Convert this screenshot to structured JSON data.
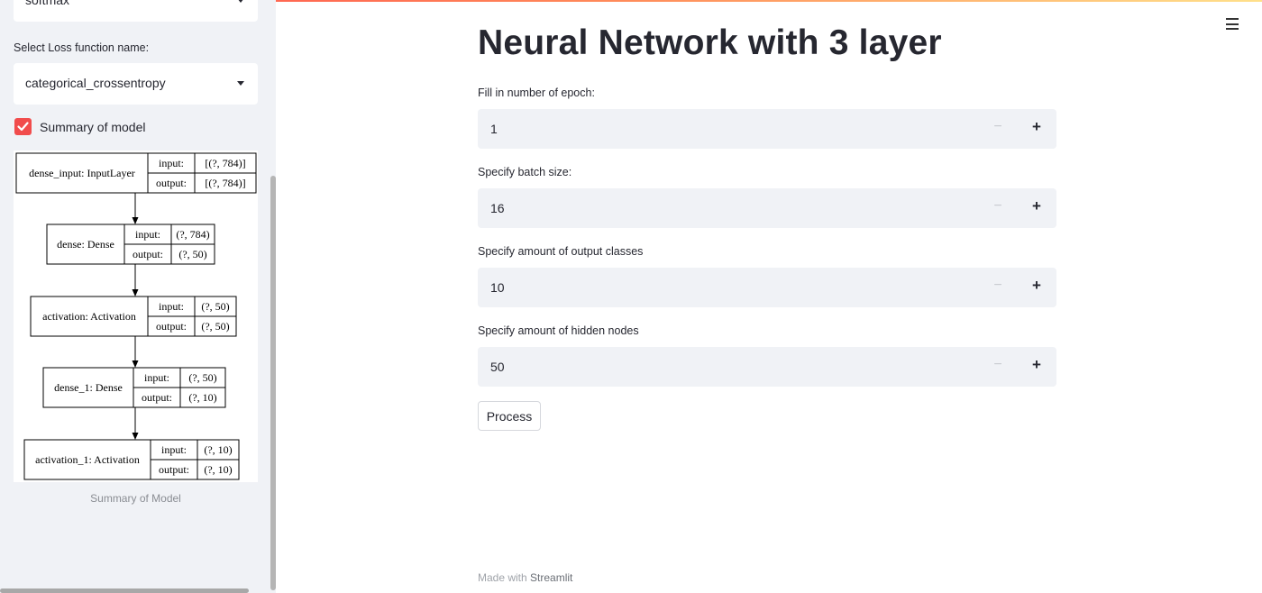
{
  "sidebar": {
    "activation_select": {
      "value": "softmax"
    },
    "loss_label": "Select Loss function name:",
    "loss_select": {
      "value": "categorical_crossentropy"
    },
    "summary_checkbox": {
      "label": "Summary of model",
      "checked": true
    },
    "image_caption": "Summary of Model",
    "model_diagram": [
      {
        "name": "dense_input: InputLayer",
        "input": "[(?, 784)]",
        "output": "[(?, 784)]"
      },
      {
        "name": "dense: Dense",
        "input": "(?, 784)",
        "output": "(?, 50)"
      },
      {
        "name": "activation: Activation",
        "input": "(?, 50)",
        "output": "(?, 50)"
      },
      {
        "name": "dense_1: Dense",
        "input": "(?, 50)",
        "output": "(?, 10)"
      },
      {
        "name": "activation_1: Activation",
        "input": "(?, 10)",
        "output": "(?, 10)"
      }
    ],
    "port_labels": {
      "input": "input:",
      "output": "output:"
    }
  },
  "main": {
    "title": "Neural Network with 3 layer",
    "fields": [
      {
        "label": "Fill in number of epoch:",
        "value": "1"
      },
      {
        "label": "Specify batch size:",
        "value": "16"
      },
      {
        "label": "Specify amount of output classes",
        "value": "10"
      },
      {
        "label": "Specify amount of hidden nodes",
        "value": "50"
      }
    ],
    "stepper": {
      "minus": "−",
      "plus": "+"
    },
    "process_button": "Process"
  },
  "footer": {
    "prefix": "Made with",
    "brand": "Streamlit"
  },
  "colors": {
    "accent": "#f14c4c",
    "sidebar_bg": "#f0f2f6",
    "input_bg": "#f0f2f6"
  },
  "icons": {
    "menu": "hamburger-icon",
    "select_caret": "caret-down-icon",
    "checkbox": "check-icon"
  }
}
